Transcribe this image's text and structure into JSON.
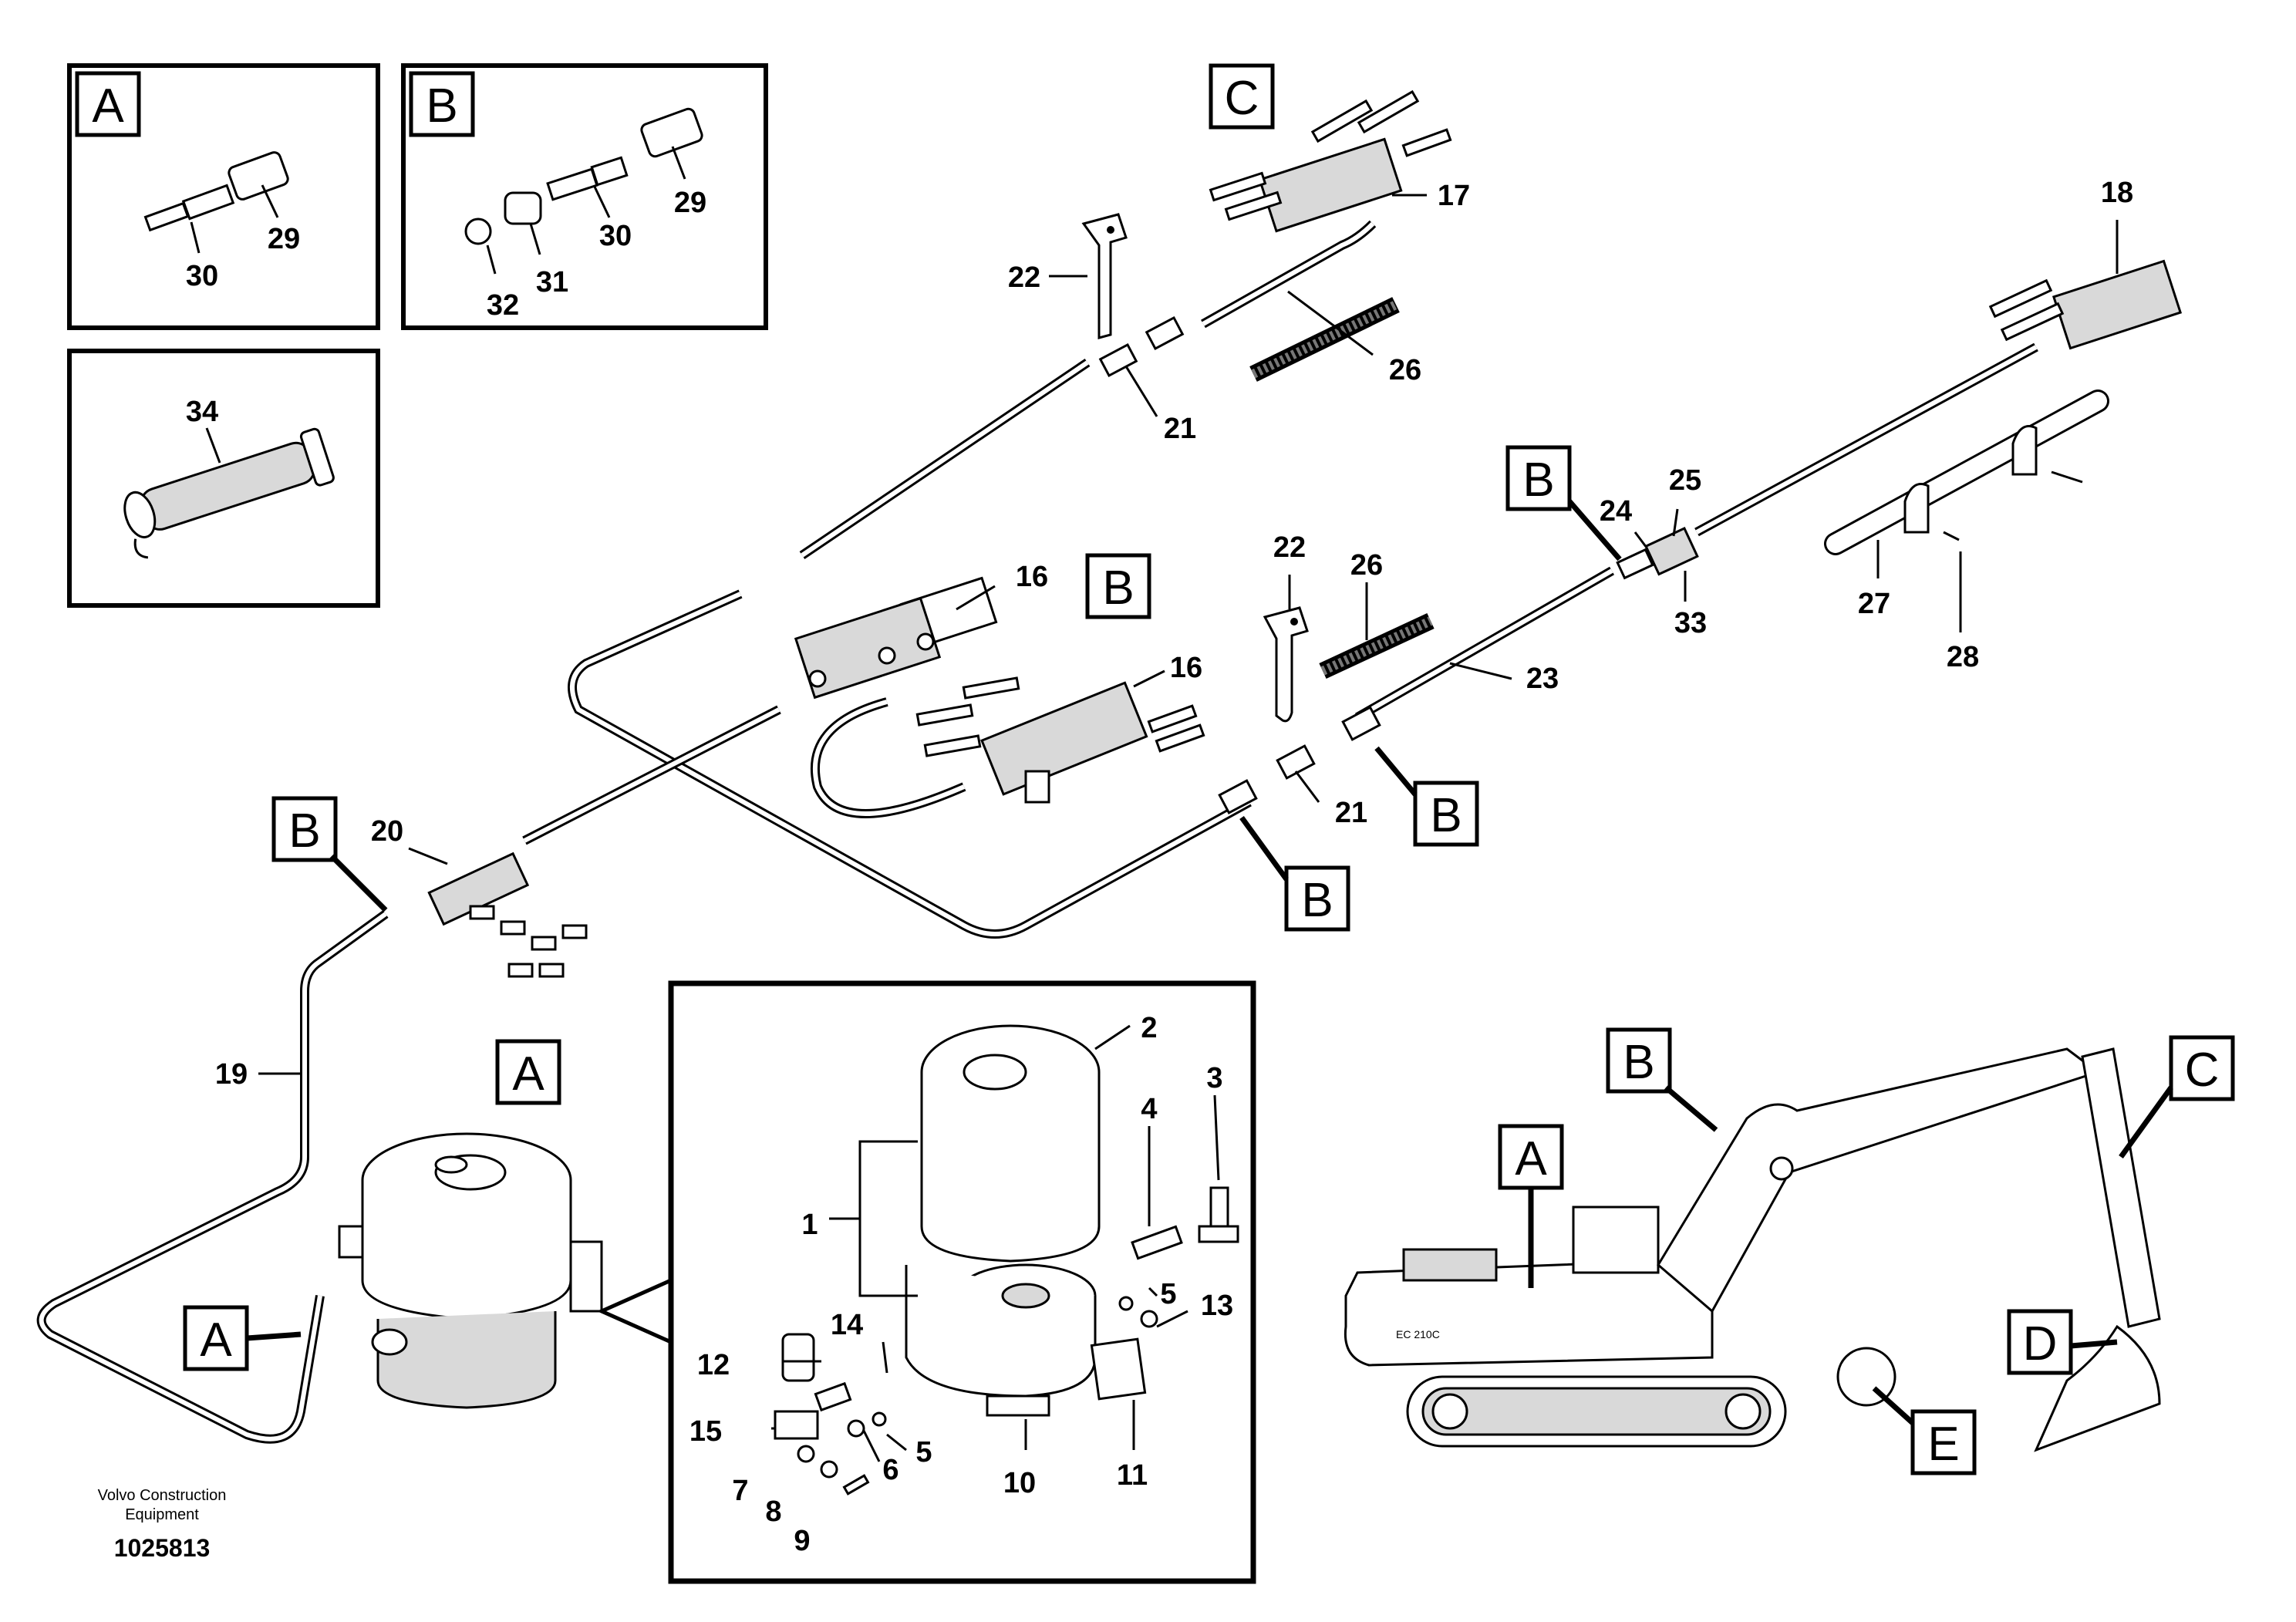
{
  "footer": {
    "company_line1": "Volvo Construction",
    "company_line2": "Equipment",
    "drawing_number": "1025813"
  },
  "views": {
    "A": "A",
    "B": "B",
    "C": "C",
    "D": "D",
    "E": "E"
  },
  "callouts": {
    "1": "1",
    "2": "2",
    "3": "3",
    "4": "4",
    "5": "5",
    "6": "6",
    "7": "7",
    "8": "8",
    "9": "9",
    "10": "10",
    "11": "11",
    "12": "12",
    "13": "13",
    "14": "14",
    "15": "15",
    "16": "16",
    "17": "17",
    "18": "18",
    "19": "19",
    "20": "20",
    "21": "21",
    "22": "22",
    "23": "23",
    "24": "24",
    "25": "25",
    "26": "26",
    "27": "27",
    "28": "28",
    "29": "29",
    "30": "30",
    "31": "31",
    "32": "32",
    "33": "33",
    "34": "34"
  },
  "machine_model_text": "EC 210C"
}
